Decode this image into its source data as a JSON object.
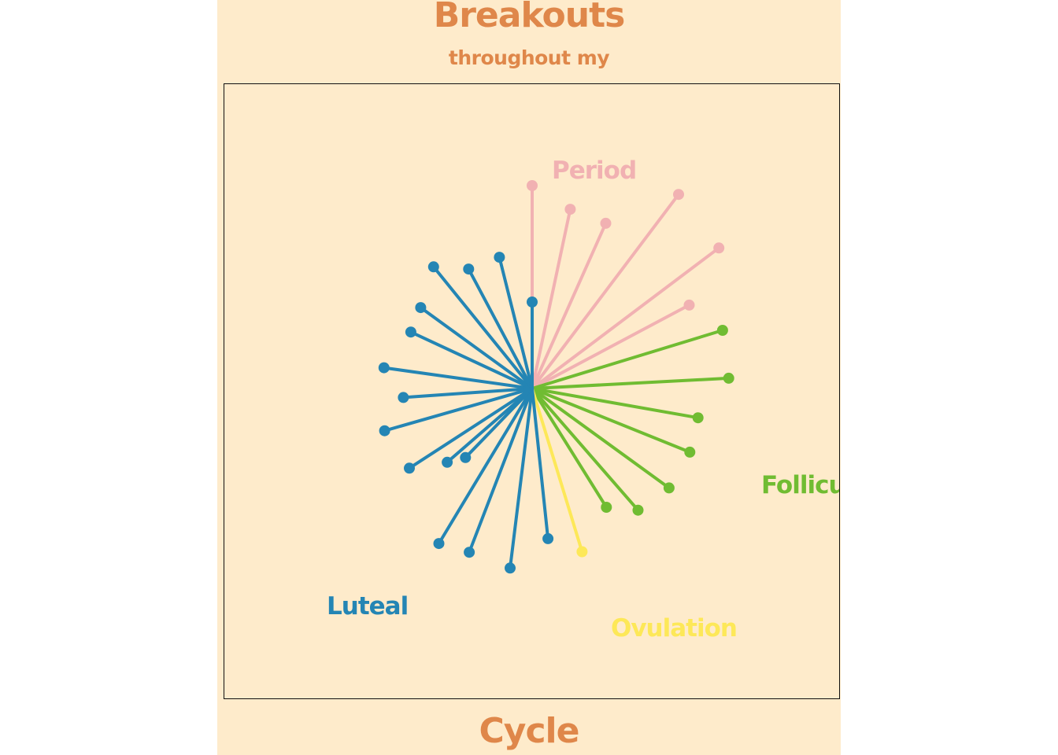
{
  "title": {
    "top": "Breakouts",
    "subtitle": "throughout my",
    "bottom": "Cycle"
  },
  "colors": {
    "background": "#feebcb",
    "title": "#df874a",
    "period": "#f1b1b2",
    "follicular": "#70bc32",
    "ovulation": "#fde858",
    "luteal": "#2485b4"
  },
  "chart_data": {
    "type": "radial-lollipop",
    "phases": [
      {
        "name": "Period",
        "label": "Period",
        "color": "#f1b1b2",
        "spokes": [
          {
            "angle": 0,
            "value": 258
          },
          {
            "angle": 12,
            "value": 233
          },
          {
            "angle": 24,
            "value": 230
          },
          {
            "angle": 37,
            "value": 309
          },
          {
            "angle": 53,
            "value": 297
          },
          {
            "angle": 62,
            "value": 226
          }
        ]
      },
      {
        "name": "Follicular",
        "label": "Follicular",
        "color": "#70bc32",
        "spokes": [
          {
            "angle": 73,
            "value": 253
          },
          {
            "angle": 87,
            "value": 250
          },
          {
            "angle": 100,
            "value": 214
          },
          {
            "angle": 112,
            "value": 216
          },
          {
            "angle": 126,
            "value": 215
          },
          {
            "angle": 139,
            "value": 205
          },
          {
            "angle": 148,
            "value": 178
          }
        ]
      },
      {
        "name": "Ovulation",
        "label": "Ovulation",
        "color": "#fde858",
        "spokes": [
          {
            "angle": 163,
            "value": 217
          }
        ]
      },
      {
        "name": "Luteal",
        "label": "Luteal",
        "color": "#2485b4",
        "spokes": [
          {
            "angle": 174,
            "value": 192
          },
          {
            "angle": 187,
            "value": 230
          },
          {
            "angle": 201,
            "value": 223
          },
          {
            "angle": 211,
            "value": 230
          },
          {
            "angle": 224,
            "value": 122
          },
          {
            "angle": 229,
            "value": 143
          },
          {
            "angle": 237,
            "value": 186
          },
          {
            "angle": 254,
            "value": 195
          },
          {
            "angle": 266,
            "value": 164
          },
          {
            "angle": 278,
            "value": 190
          },
          {
            "angle": 295,
            "value": 170
          },
          {
            "angle": 306,
            "value": 175
          },
          {
            "angle": 321,
            "value": 199
          },
          {
            "angle": 332,
            "value": 172
          },
          {
            "angle": 346,
            "value": 172
          },
          {
            "angle": 360,
            "value": 110
          }
        ]
      }
    ]
  }
}
